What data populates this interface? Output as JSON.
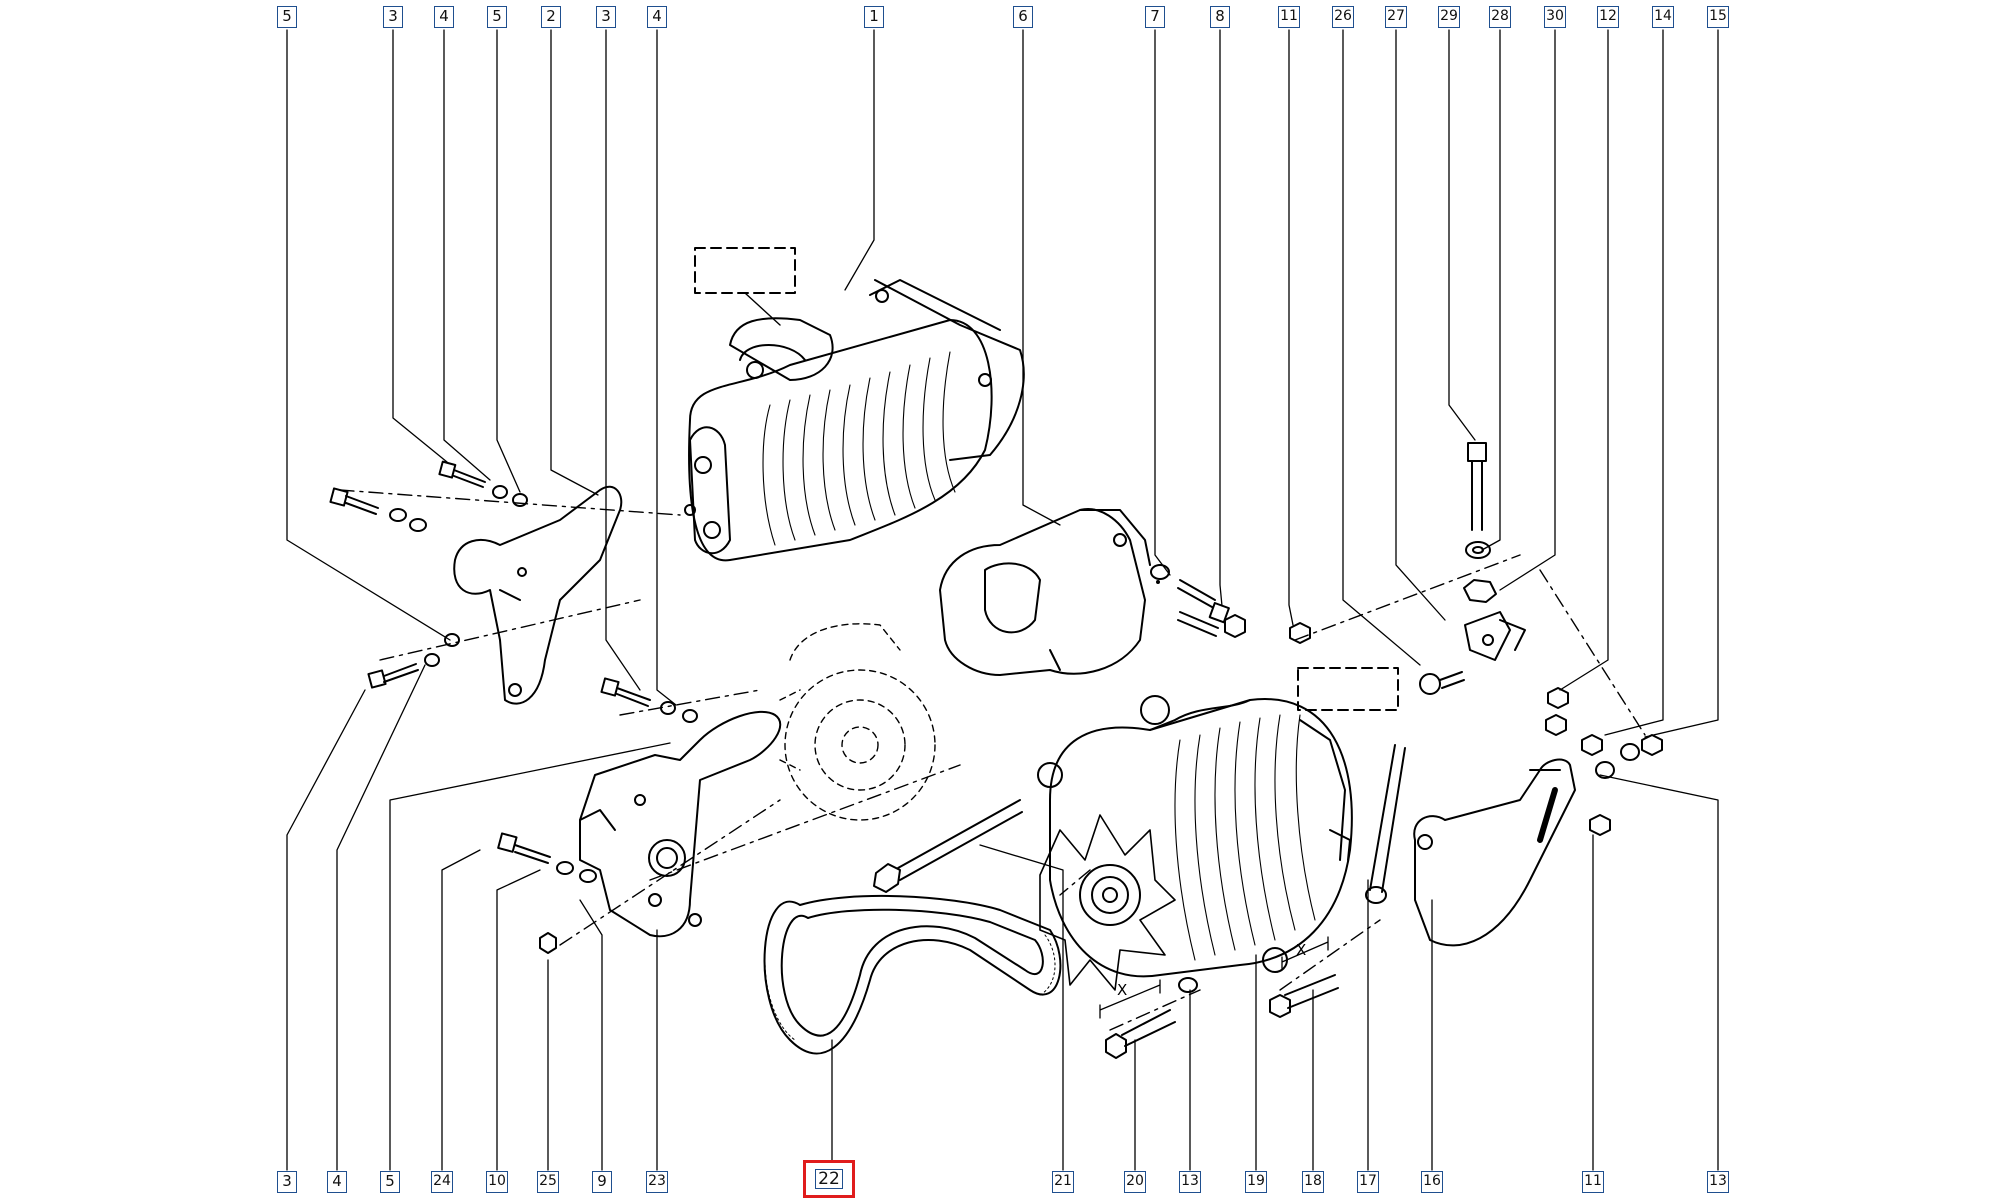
{
  "diagram": {
    "callouts_top": [
      "5",
      "3",
      "4",
      "5",
      "2",
      "3",
      "4",
      "1",
      "6",
      "7",
      "8",
      "11",
      "26",
      "27",
      "29",
      "28",
      "30",
      "12",
      "14",
      "15"
    ],
    "callouts_bottom": [
      "3",
      "4",
      "5",
      "24",
      "10",
      "25",
      "9",
      "23",
      "22",
      "21",
      "20",
      "13",
      "19",
      "18",
      "17",
      "16",
      "11",
      "13"
    ],
    "selected_callout": "22",
    "dimension_marks": [
      "X",
      "X"
    ],
    "colors": {
      "line": "#000000",
      "callout_border": "#1f4f8f",
      "selected_border": "#e01c1c",
      "background": "#ffffff"
    }
  }
}
